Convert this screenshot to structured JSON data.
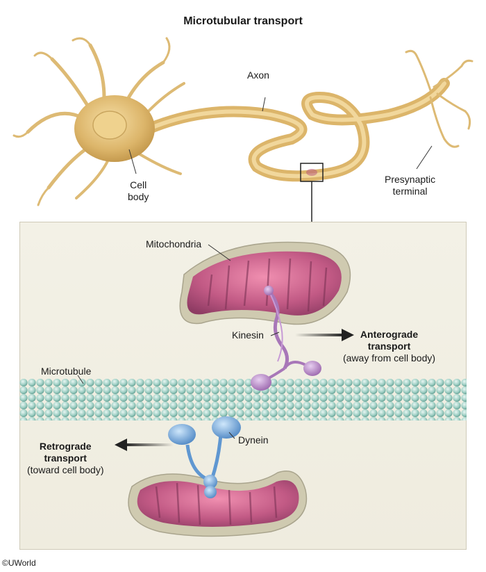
{
  "title": "Microtubular transport",
  "labels": {
    "axon": "Axon",
    "cell_body_line1": "Cell",
    "cell_body_line2": "body",
    "presynaptic_line1": "Presynaptic",
    "presynaptic_line2": "terminal",
    "mitochondria": "Mitochondria",
    "kinesin": "Kinesin",
    "microtubule": "Microtubule",
    "dynein": "Dynein"
  },
  "anterograde": {
    "line1": "Anterograde",
    "line2": "transport",
    "line3": "(away from cell body)"
  },
  "retrograde": {
    "line1": "Retrograde",
    "line2": "transport",
    "line3": "(toward cell body)"
  },
  "copyright": "©UWorld",
  "colors": {
    "neuron": "#e3c27a",
    "mitochondria": "#b5527a",
    "kinesin": "#b383c4",
    "dynein": "#7bb0e0",
    "microtubule": "#9fcfc4"
  }
}
